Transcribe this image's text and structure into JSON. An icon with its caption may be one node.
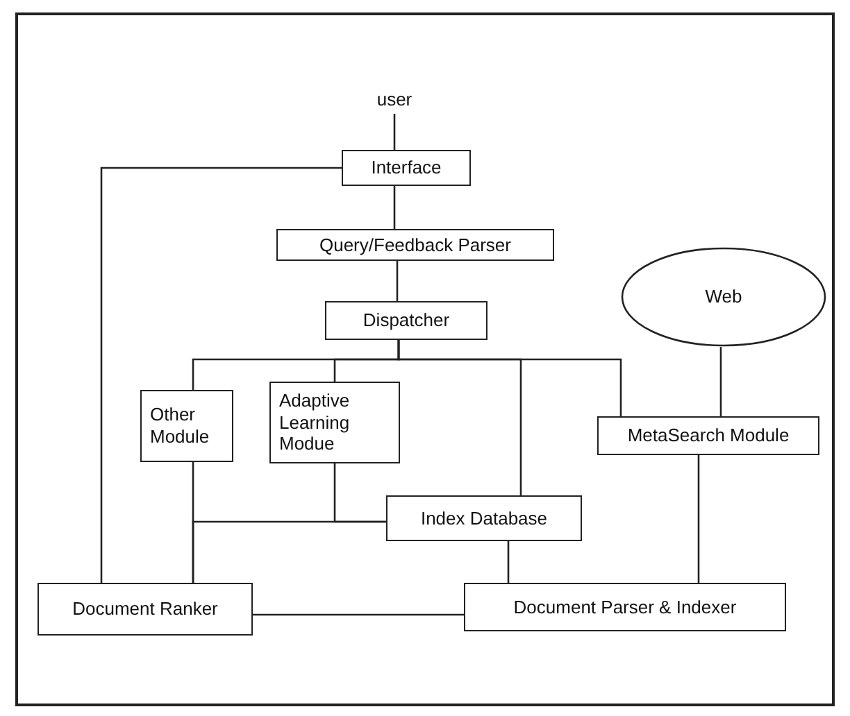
{
  "diagram": {
    "nodes": [
      {
        "text": [
          "user"
        ]
      },
      {
        "text": [
          "Interface"
        ]
      },
      {
        "text": [
          "Query/Feedback Parser"
        ]
      },
      {
        "text": [
          "Dispatcher"
        ]
      },
      {
        "text": [
          "Web"
        ]
      },
      {
        "text": [
          "Other Module"
        ]
      },
      {
        "text": [
          "Adaptive Learning Modue"
        ]
      },
      {
        "text": [
          "MetaSearch Module"
        ]
      },
      {
        "text": [
          "Index Database"
        ]
      },
      {
        "text": [
          "Document Ranker"
        ]
      },
      {
        "text": [
          "Document Parser & Indexer"
        ]
      }
    ],
    "edges": [
      {
        "from": 0,
        "to": 1,
        "arrow": "none"
      },
      {
        "from": 1,
        "to": 9,
        "arrow": "none"
      },
      {
        "from": 1,
        "to": 2,
        "arrow": "none"
      },
      {
        "from": 2,
        "to": 3,
        "arrow": "none"
      },
      {
        "from": 3,
        "to": 5,
        "arrow": "none"
      },
      {
        "from": 3,
        "to": 6,
        "arrow": "none"
      },
      {
        "from": 3,
        "to": 8,
        "arrow": "none"
      },
      {
        "from": 3,
        "to": 7,
        "arrow": "none"
      },
      {
        "from": 4,
        "to": 7,
        "arrow": "none"
      },
      {
        "from": 7,
        "to": 10,
        "arrow": "none"
      },
      {
        "from": 5,
        "to": 9,
        "arrow": "none"
      },
      {
        "from": 6,
        "to": 8,
        "arrow": "none"
      },
      {
        "from": 8,
        "to": 9,
        "arrow": "none"
      },
      {
        "from": 8,
        "to": 10,
        "arrow": "none"
      },
      {
        "from": 9,
        "to": 10,
        "arrow": "none"
      }
    ]
  }
}
